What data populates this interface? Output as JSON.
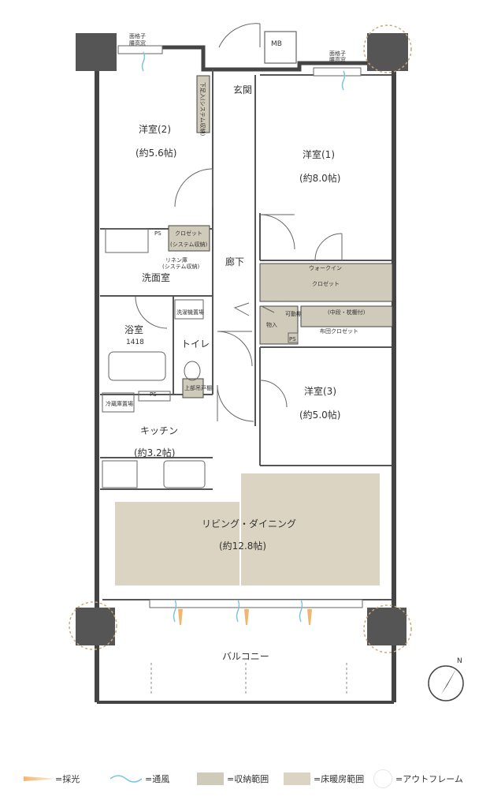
{
  "rooms": {
    "western2": {
      "name": "洋室(2)",
      "size": "(約5.6帖)"
    },
    "western1": {
      "name": "洋室(1)",
      "size": "(約8.0帖)"
    },
    "western3": {
      "name": "洋室(3)",
      "size": "(約5.0帖)"
    },
    "entrance": "玄関",
    "corridor": "廊下",
    "washroom": "洗面室",
    "bath": {
      "name": "浴室",
      "code": "1418"
    },
    "toilet": "トイレ",
    "kitchen": {
      "name": "キッチン",
      "size": "(約3.2帖)"
    },
    "living": {
      "name": "リビング・ダイニング",
      "size": "(約12.8帖)"
    },
    "balcony": "バルコニー"
  },
  "fixtures": {
    "mb": "MB",
    "lattice_left": [
      "面格子",
      "腰高窓"
    ],
    "lattice_right": [
      "面格子",
      "腰高窓"
    ],
    "shoe_box": "下足入(システム収納)",
    "closet_name": "クロゼット",
    "closet_sub": "(システム収納)",
    "linen": "リネン庫",
    "linen_sub": "(システム収納)",
    "washer": "洗濯機置場",
    "walkin_top": "ウォークイン",
    "walkin_bottom": "クロゼット",
    "storage": "物入",
    "movable_shelf": "可動棚",
    "futon_top": "(中段・枕棚付)",
    "futon": "布団クロゼット",
    "ps": "PS",
    "upper_shelf": "上部吊戸棚",
    "fridge": "冷蔵庫置場"
  },
  "north": "N",
  "legend": {
    "light": "=採光",
    "wind": "=通風",
    "storage": "=収納範囲",
    "floor_heating": "=床暖房範囲",
    "outframe": "=アウトフレーム"
  },
  "colors": {
    "wall": "#444444",
    "storage": "#cfcab9",
    "floor_heating": "#dcd4c3",
    "light": "#f0b66b",
    "wind": "#7cc4e0",
    "column": "#555555",
    "outframe_ring": "#c9a97a"
  }
}
